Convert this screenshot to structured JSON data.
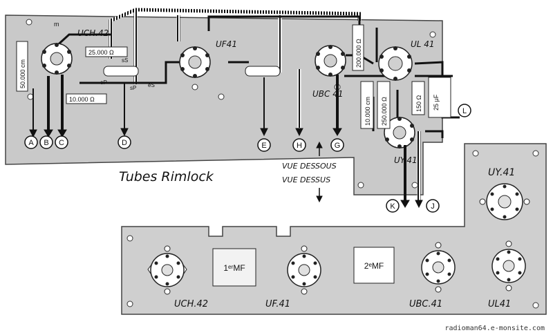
{
  "terminals": [
    "A",
    "B",
    "C",
    "D",
    "E",
    "H",
    "G",
    "L",
    "K",
    "J"
  ],
  "tubes_top": {
    "uch42": "UCH.42",
    "uf41": "UF41",
    "ubc41": "UBC 41",
    "ul41": "UL 41",
    "uy41": "UY.41"
  },
  "tubes_bottom": {
    "uch42": "UCH.42",
    "uf41": "UF.41",
    "ubc41": "UBC.41",
    "ul41": "UL41",
    "uy41": "UY.41"
  },
  "transformers": {
    "mf1": "1ᵉʳMF",
    "mf2": "2ᵉMF"
  },
  "resistors": {
    "r50000": "50.000 cm",
    "r25000": "25.000 Ω",
    "r10000": "10.000 Ω",
    "r200000": "200.000 Ω",
    "c10000": "10.000 cm",
    "r250000": "250.000 Ω",
    "r150": "150 Ω",
    "cap25": "25 μF"
  },
  "pin_labels": {
    "m": "m",
    "es": "eS",
    "ep": "eP",
    "sp": "sP",
    "ss": "sS"
  },
  "title_text": "Tubes Rimlock",
  "view_below": "VUE DESSOUS",
  "view_above": "VUE DESSUS",
  "watermark": "radioman64.e-monsite.com"
}
